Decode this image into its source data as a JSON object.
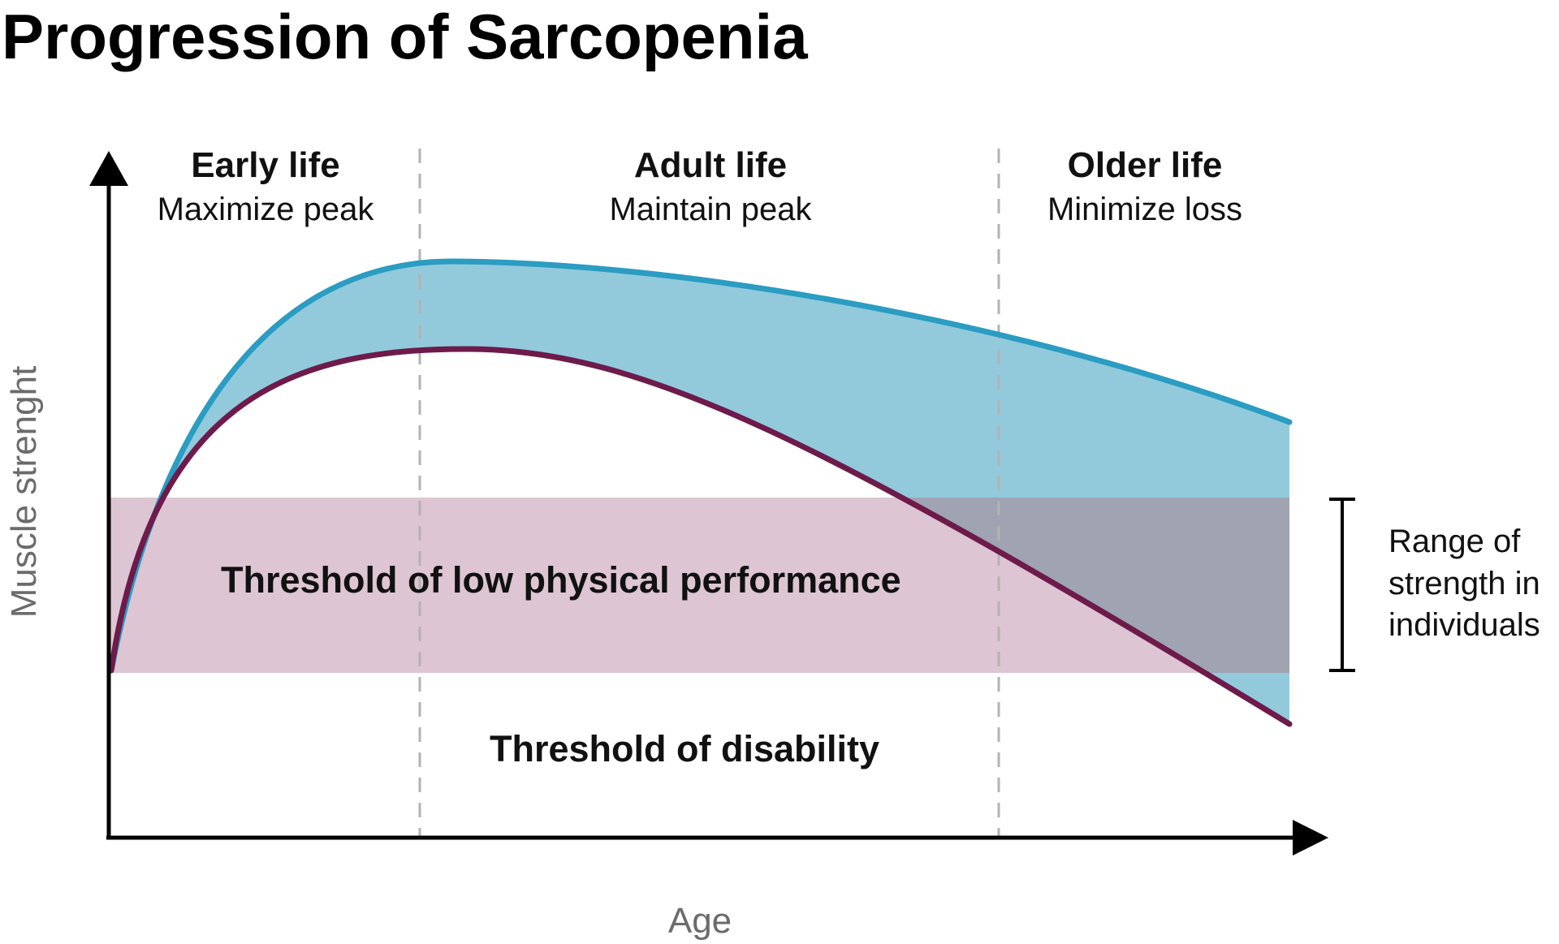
{
  "title": "Progression of Sarcopenia",
  "axes": {
    "x_label": "Age",
    "y_label": "Muscle strenght"
  },
  "phases": [
    {
      "name": "Early life",
      "goal": "Maximize peak"
    },
    {
      "name": "Adult life",
      "goal": "Maintain peak"
    },
    {
      "name": "Older life",
      "goal": "Minimize loss"
    }
  ],
  "bands": {
    "low_performance": "Threshold of low physical performance",
    "disability": "Threshold of disability"
  },
  "range": {
    "lines": [
      "Range of",
      "strength in",
      "individuals"
    ]
  },
  "colors": {
    "upper_curve": "#2b9cc2",
    "lower_curve": "#6e1a4b",
    "fill_between": "#92cadc",
    "threshold_band": "#ddc5d3",
    "overlap": "#9fa3b2",
    "divider": "#b3b3b3"
  }
}
